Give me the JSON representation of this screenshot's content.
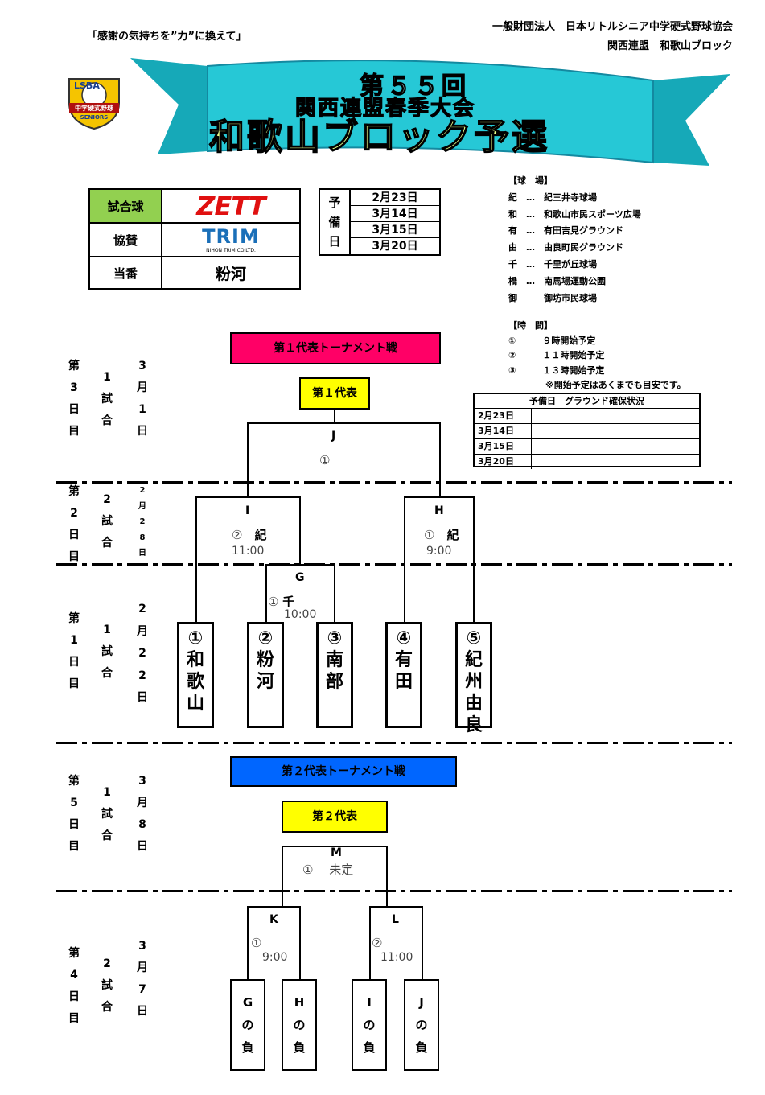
{
  "header": {
    "slogan": "「感謝の気持ちを”力”に換えて」",
    "org": "一般財団法人　日本リトルシニア中学硬式野球協会",
    "branch": "関西連盟　和歌山ブロック"
  },
  "logo": {
    "top": "LSBA",
    "middle": "中学硬式野球",
    "bottom": "SENIORS"
  },
  "banner": {
    "line1": "第５５回",
    "line2": "関西連盟春季大会",
    "line3": "和歌山ブロック予選"
  },
  "info_table": {
    "rows": [
      {
        "label": "試合球",
        "value": "ZETT",
        "kind": "zett"
      },
      {
        "label": "協賛",
        "value": "TRIM",
        "sub": "NIHON TRIM CO.LTD.",
        "kind": "trim"
      },
      {
        "label": "当番",
        "value": "粉河",
        "kind": "text"
      }
    ],
    "colors": {
      "green": "#92d050"
    }
  },
  "reserve_days": {
    "label": "予備日",
    "dates": [
      "2月23日",
      "3月14日",
      "3月15日",
      "3月20日"
    ]
  },
  "grounds": {
    "title": "【球　場】",
    "items": [
      {
        "key": "紀",
        "sep": "…",
        "name": "紀三井寺球場"
      },
      {
        "key": "和",
        "sep": "…",
        "name": "和歌山市民スポーツ広場"
      },
      {
        "key": "有",
        "sep": "…",
        "name": "有田吉見グラウンド"
      },
      {
        "key": "由",
        "sep": "…",
        "name": "由良町民グラウンド"
      },
      {
        "key": "千",
        "sep": "…",
        "name": "千里が丘球場"
      },
      {
        "key": "橋",
        "sep": "…",
        "name": "南馬場運動公園"
      },
      {
        "key": "御",
        "sep": "",
        "name": "御坊市民球場"
      }
    ]
  },
  "times": {
    "title": "【時　間】",
    "items": [
      {
        "key": "①",
        "value": "９時開始予定"
      },
      {
        "key": "②",
        "value": "１１時開始予定"
      },
      {
        "key": "③",
        "value": "１３時開始予定"
      }
    ],
    "note": "※開始予定はあくまでも目安です。"
  },
  "ground_status": {
    "title": "予備日　グラウンド確保状況",
    "rows": [
      "2月23日",
      "3月14日",
      "3月15日",
      "3月20日"
    ]
  },
  "tournament1": {
    "title": "第１代表トーナメント戦",
    "title_color": "#ff0066",
    "winner": "第１代表",
    "winner_color": "#ffff00",
    "teams": [
      {
        "num": "①",
        "name": [
          "和",
          "歌",
          "山"
        ]
      },
      {
        "num": "②",
        "name": [
          "粉",
          "河"
        ]
      },
      {
        "num": "③",
        "name": [
          "南",
          "部"
        ]
      },
      {
        "num": "④",
        "name": [
          "有",
          "田"
        ]
      },
      {
        "num": "⑤",
        "name": [
          "紀",
          "州",
          "由",
          "良"
        ]
      }
    ],
    "games": {
      "G": {
        "label": "G",
        "slot": "①",
        "ground": "千",
        "time": "10:00"
      },
      "I": {
        "label": "I",
        "slot": "②",
        "ground": "紀",
        "time": "11:00"
      },
      "H": {
        "label": "H",
        "slot": "①",
        "ground": "紀",
        "time": "9:00"
      },
      "J": {
        "label": "J",
        "slot": "①"
      }
    },
    "days": [
      {
        "day": [
          "第",
          "3",
          "日",
          "目"
        ],
        "games": [
          "1",
          "試",
          "合"
        ],
        "date": [
          "3",
          "月",
          "1",
          "日"
        ]
      },
      {
        "day": [
          "第",
          "2",
          "日",
          "目"
        ],
        "games": [
          "2",
          "試",
          "合"
        ],
        "date": [
          "2",
          "月",
          "2",
          "8",
          "日"
        ]
      },
      {
        "day": [
          "第",
          "1",
          "日",
          "目"
        ],
        "games": [
          "1",
          "試",
          "合"
        ],
        "date": [
          "2",
          "月",
          "2",
          "2",
          "日"
        ]
      }
    ]
  },
  "tournament2": {
    "title": "第２代表トーナメント戦",
    "title_color": "#0066ff",
    "winner": "第２代表",
    "winner_color": "#ffff00",
    "games": {
      "M": {
        "label": "M",
        "slot": "①",
        "note": "未定"
      },
      "K": {
        "label": "K",
        "slot": "①",
        "time": "9:00"
      },
      "L": {
        "label": "L",
        "slot": "②",
        "time": "11:00"
      }
    },
    "losers": [
      [
        "G",
        "の",
        "負"
      ],
      [
        "H",
        "の",
        "負"
      ],
      [
        "I",
        "の",
        "負"
      ],
      [
        "J",
        "の",
        "負"
      ]
    ],
    "days": [
      {
        "day": [
          "第",
          "5",
          "日",
          "目"
        ],
        "games": [
          "1",
          "試",
          "合"
        ],
        "date": [
          "3",
          "月",
          "8",
          "日"
        ]
      },
      {
        "day": [
          "第",
          "4",
          "日",
          "目"
        ],
        "games": [
          "2",
          "試",
          "合"
        ],
        "date": [
          "3",
          "月",
          "7",
          "日"
        ]
      }
    ]
  }
}
